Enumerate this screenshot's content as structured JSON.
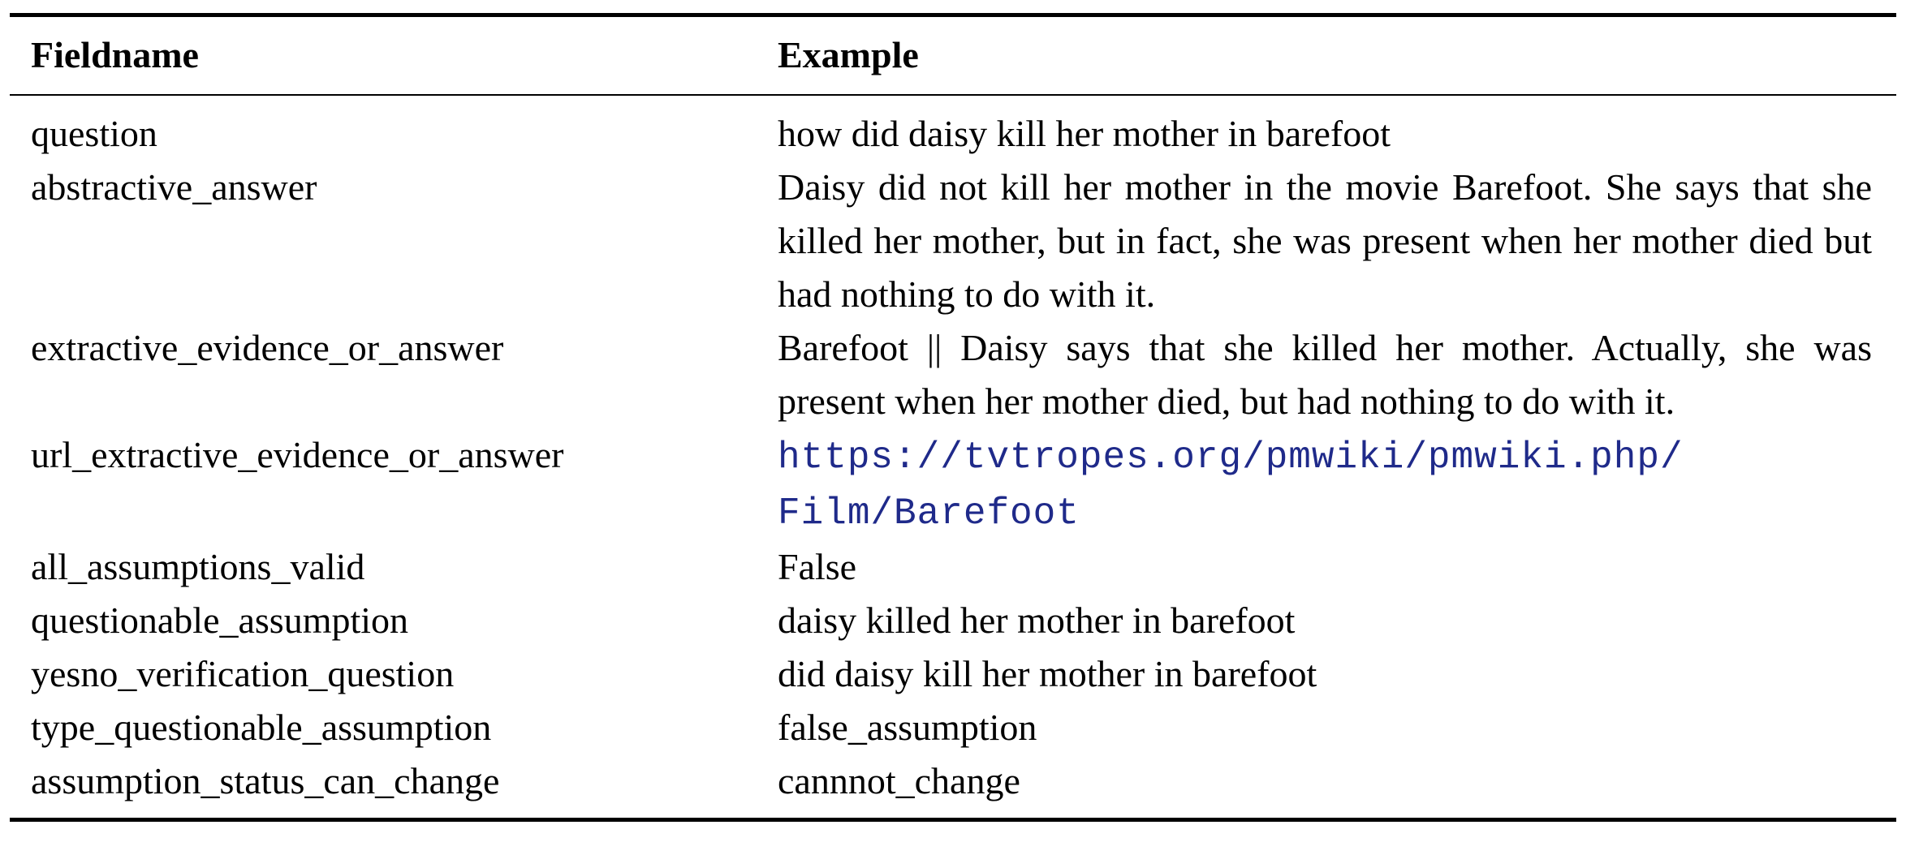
{
  "table": {
    "headers": {
      "fieldname": "Fieldname",
      "example": "Example"
    },
    "rows": [
      {
        "field": "question",
        "example": "how did daisy kill her mother in barefoot"
      },
      {
        "field": "abstractive_answer",
        "example": "Daisy did not kill her mother in the movie Barefoot. She says that she killed her mother, but in fact, she was present when her mother died but had nothing to do with it."
      },
      {
        "field": "extractive_evidence_or_answer",
        "example": "Barefoot || Daisy says that she killed her mother. Actually, she was present when her mother died, but had nothing to do with it."
      },
      {
        "field": "url_extractive_evidence_or_answer",
        "example_line1": "https://tvtropes.org/pmwiki/pmwiki.php/",
        "example_line2": "Film/Barefoot"
      },
      {
        "field": "all_assumptions_valid",
        "example": "False"
      },
      {
        "field": "questionable_assumption",
        "example": "daisy killed her mother in barefoot"
      },
      {
        "field": "yesno_verification_question",
        "example": "did daisy kill her mother in barefoot"
      },
      {
        "field": "type_questionable_assumption",
        "example": "false_assumption"
      },
      {
        "field": "assumption_status_can_change",
        "example": "cannnot_change"
      }
    ]
  }
}
